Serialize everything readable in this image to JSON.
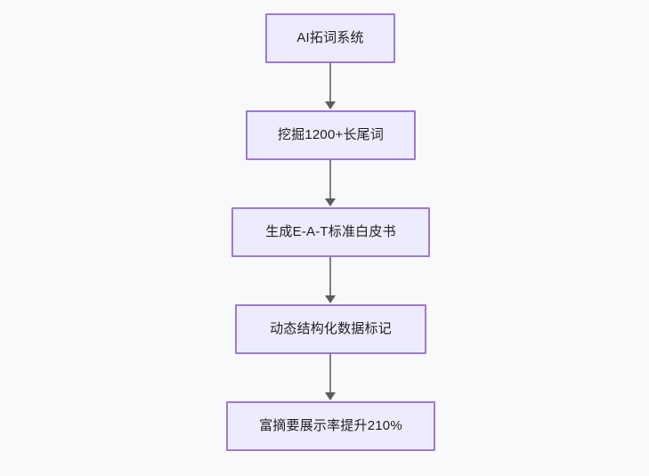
{
  "diagram": {
    "type": "flowchart",
    "direction": "top-to-bottom",
    "background_color": "#f8f9fa",
    "node_fill_color": "#ececfe",
    "node_border_color": "#9d7ad4",
    "node_text_color": "#1f2020",
    "edge_color": "#7f7f7f",
    "nodes": [
      {
        "id": "n1",
        "label": "AI拓词系统"
      },
      {
        "id": "n2",
        "label": "挖掘1200+长尾词"
      },
      {
        "id": "n3",
        "label": "生成E-A-T标准白皮书"
      },
      {
        "id": "n4",
        "label": "动态结构化数据标记"
      },
      {
        "id": "n5",
        "label": "富摘要展示率提升210%"
      }
    ],
    "edges": [
      {
        "from": "n1",
        "to": "n2",
        "label": ""
      },
      {
        "from": "n2",
        "to": "n3",
        "label": ""
      },
      {
        "from": "n3",
        "to": "n4",
        "label": ""
      },
      {
        "from": "n4",
        "to": "n5",
        "label": ""
      }
    ]
  }
}
